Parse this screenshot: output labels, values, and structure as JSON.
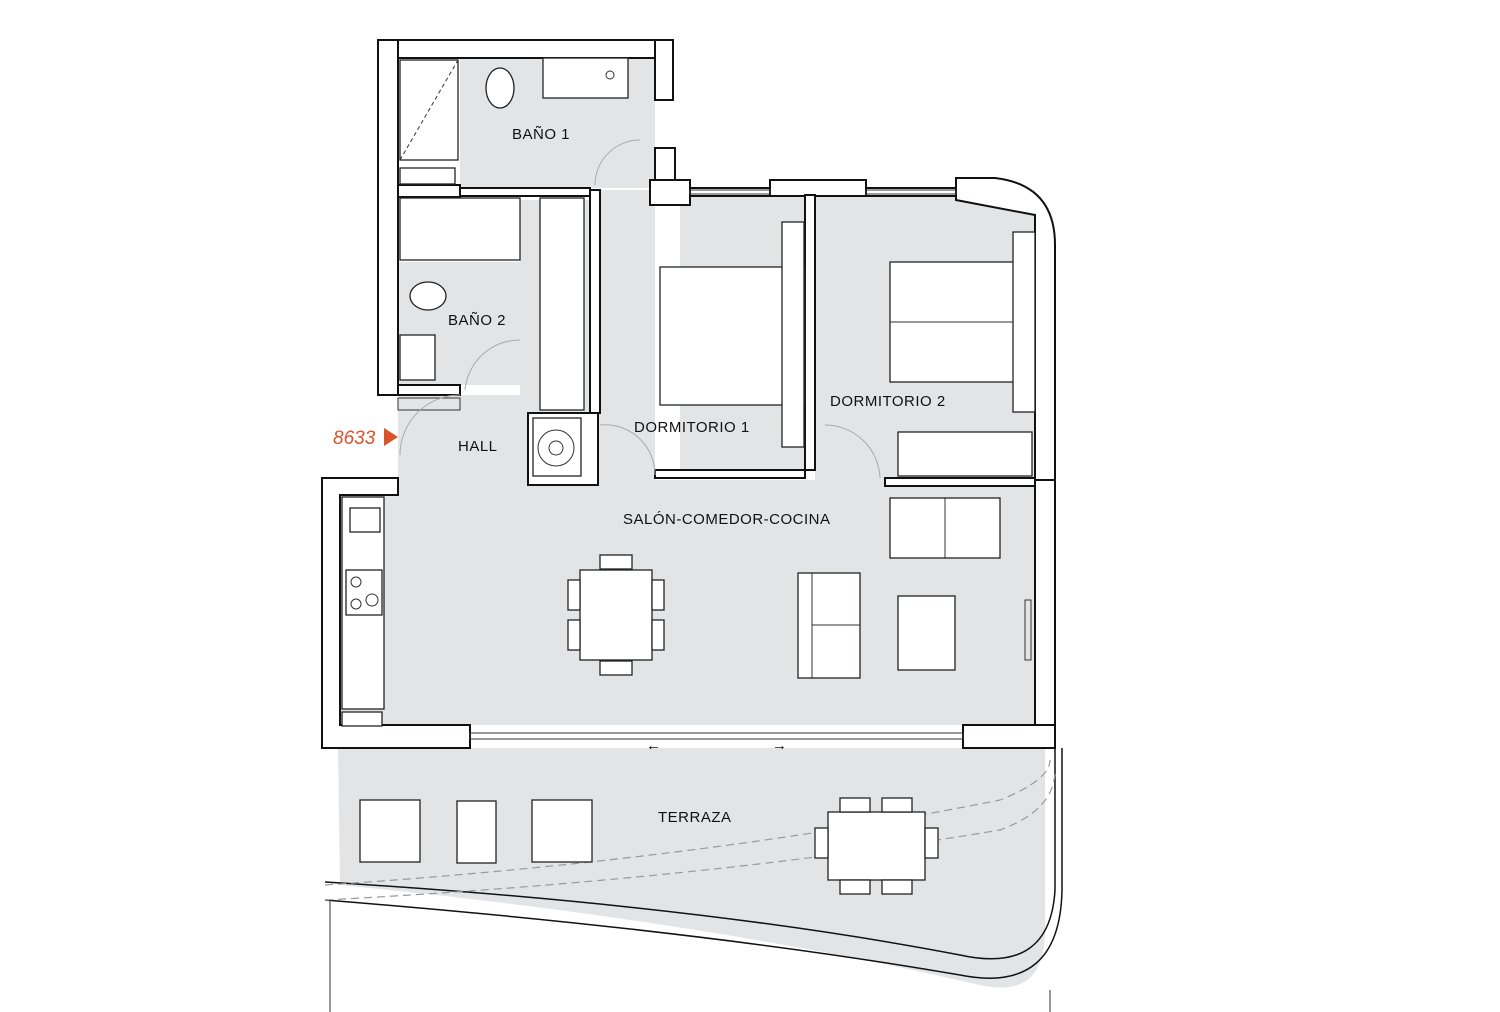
{
  "plan": {
    "unit_reference": "8633",
    "accent_color": "#d9532b",
    "rooms": {
      "bano1": "BAÑO 1",
      "bano2": "BAÑO 2",
      "hall": "HALL",
      "dormitorio1": "DORMITORIO 1",
      "dormitorio2": "DORMITORIO 2",
      "salon": "SALÓN-COMEDOR-COCINA",
      "terraza": "TERRAZA"
    },
    "arrows": {
      "left": "←",
      "right": "→"
    }
  }
}
